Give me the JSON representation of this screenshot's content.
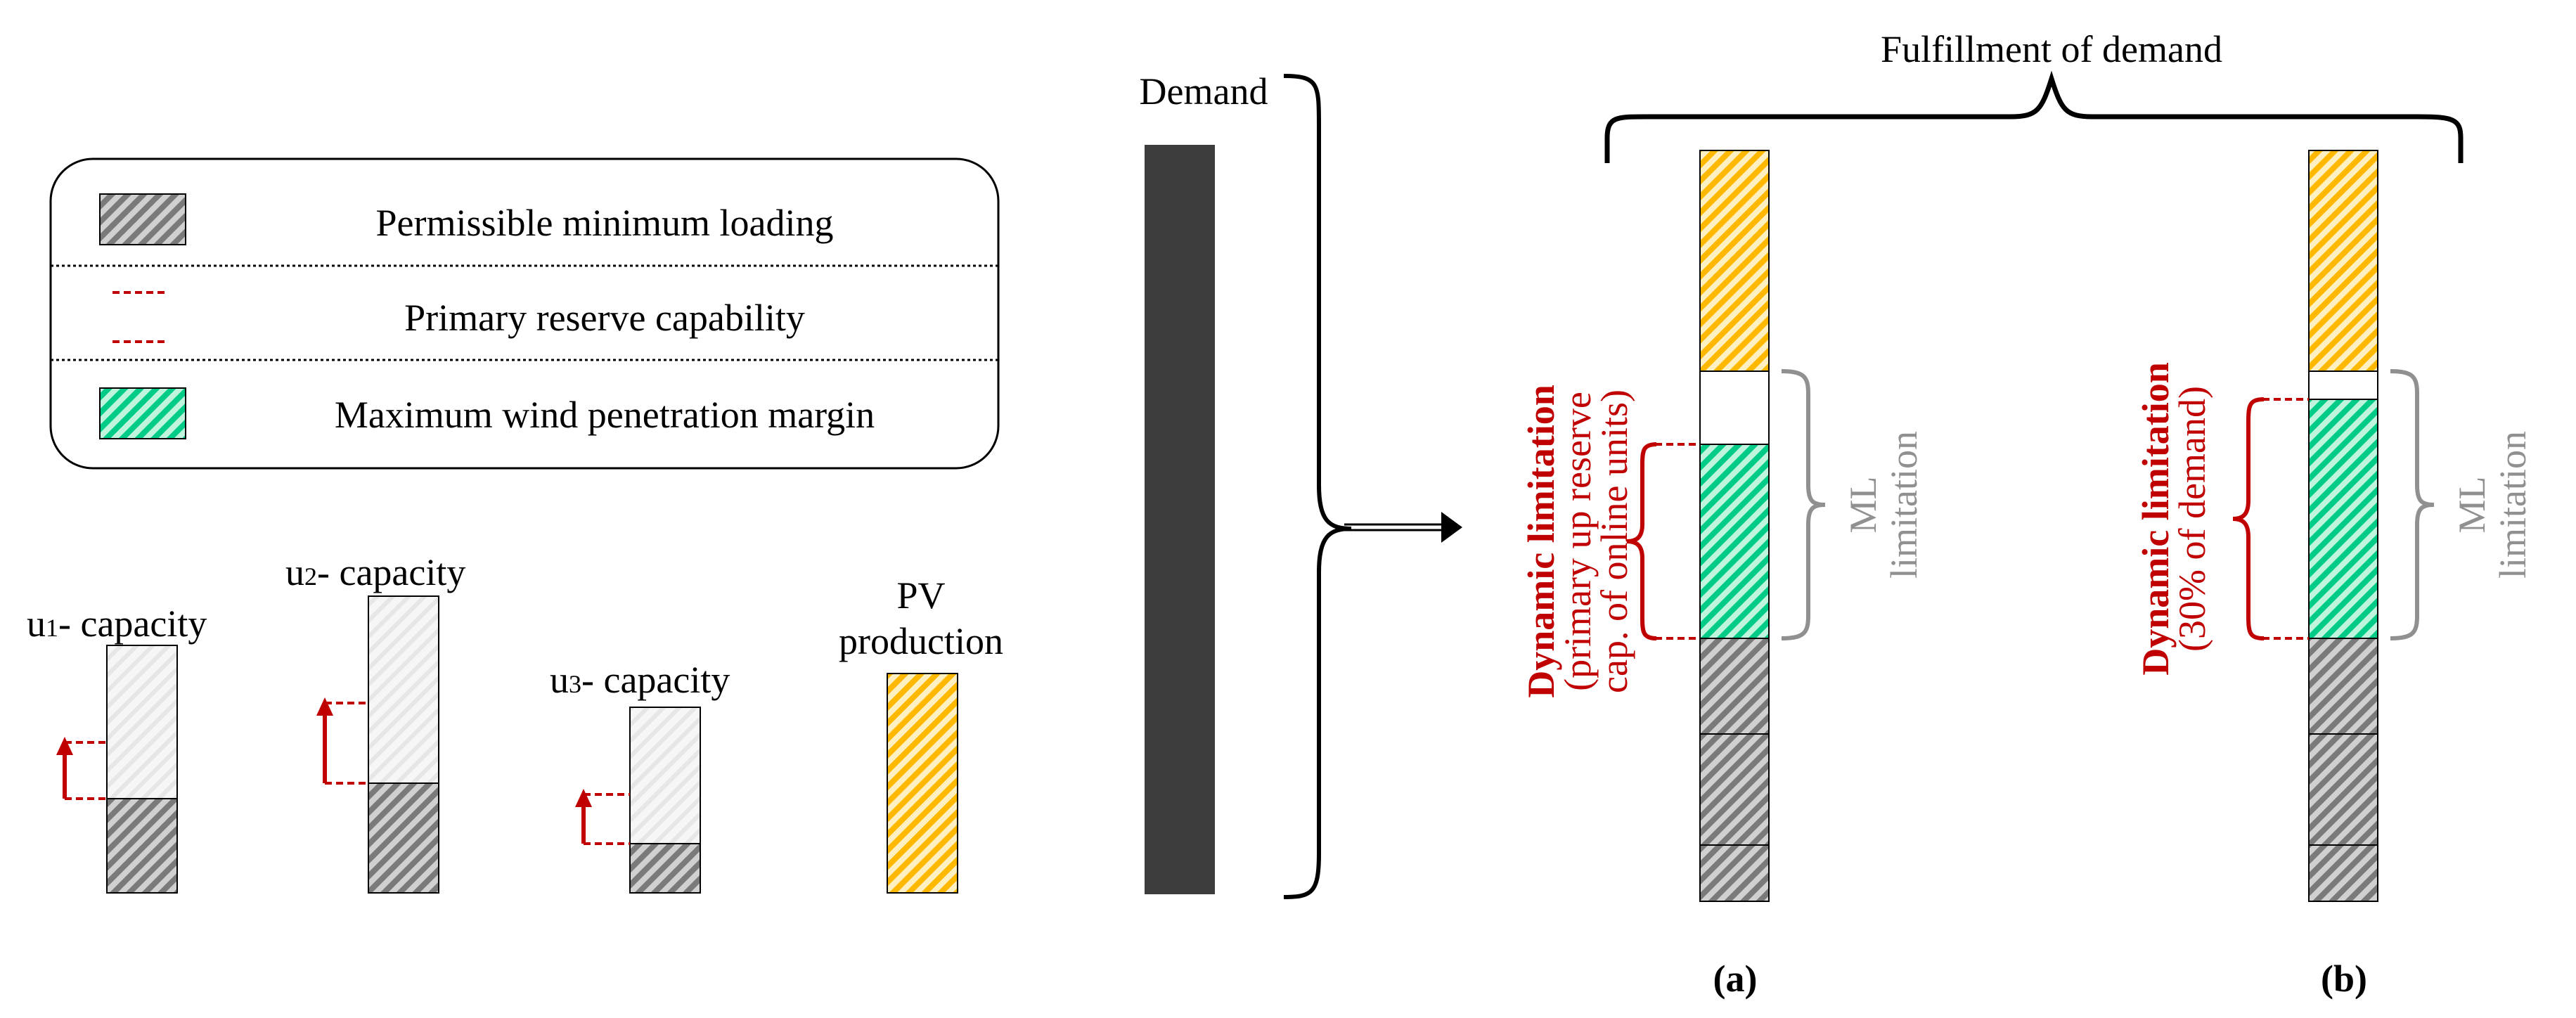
{
  "legend": {
    "items": [
      {
        "icon": "gray-hatch-swatch",
        "label": "Permissible minimum loading"
      },
      {
        "icon": "red-dashed-arrow",
        "label": "Primary reserve capability"
      },
      {
        "icon": "green-hatch-swatch",
        "label": "Maximum wind penetration margin"
      }
    ]
  },
  "units": {
    "u1": {
      "prefix": "u",
      "sub": "1",
      "suffix": "- capacity"
    },
    "u2": {
      "prefix": "u",
      "sub": "2",
      "suffix": "- capacity"
    },
    "u3": {
      "prefix": "u",
      "sub": "3",
      "suffix": "- capacity"
    },
    "pv": {
      "line1": "PV",
      "line2": "production"
    }
  },
  "demand_label": "Demand",
  "fulfillment_label": "Fulfillment of demand",
  "panel_a": {
    "dynamic_title": "Dynamic limitation",
    "dynamic_line2": "(primary up reserve",
    "dynamic_line3": "cap. of online units)",
    "ml_line1": "ML",
    "ml_line2": "limitation",
    "caption": "(a)"
  },
  "panel_b": {
    "dynamic_title": "Dynamic limitation",
    "dynamic_line2": "(30% of demand)",
    "ml_line1": "ML",
    "ml_line2": "limitation",
    "caption": "(b)"
  },
  "colors": {
    "red": "#c00000",
    "ml_gray": "#909090",
    "demand_bar": "#3c3c3c",
    "pv_yellow": "#ffc000",
    "wind_green": "#00d08a",
    "min_load_gray": "#7f7f7f"
  }
}
